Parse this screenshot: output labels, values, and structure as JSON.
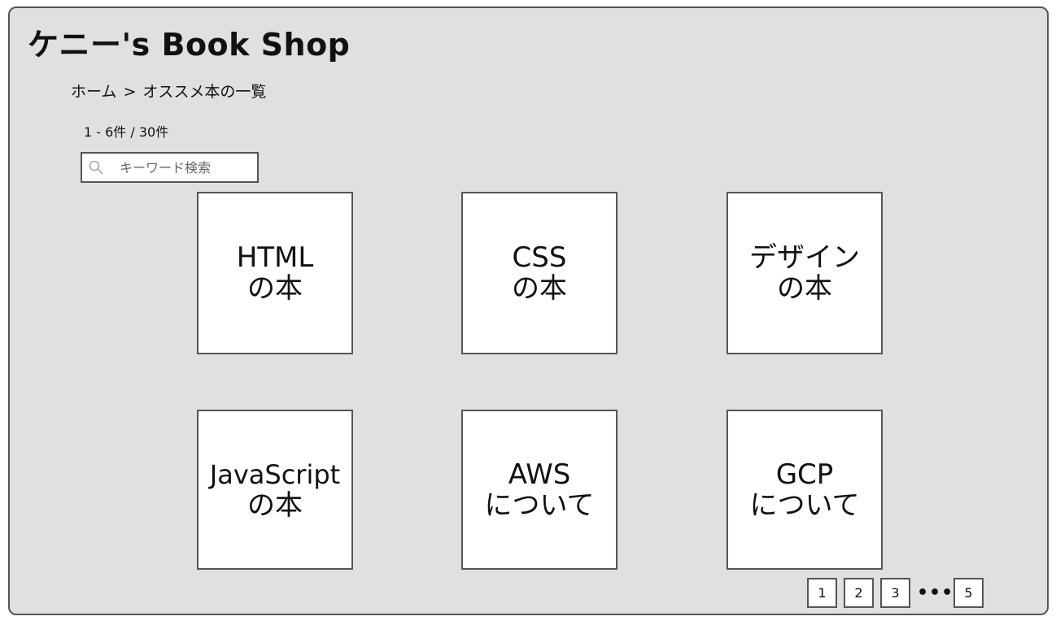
{
  "header": {
    "title": "ケニー's Book Shop"
  },
  "breadcrumb": {
    "home": "ホーム",
    "separator": ">",
    "current": "オススメ本の一覧"
  },
  "results": {
    "count_text": "1 - 6件 / 30件"
  },
  "search": {
    "placeholder": "キーワード検索",
    "value": "",
    "icon": "search-icon"
  },
  "books": [
    {
      "line1": "HTML",
      "line2": "の本"
    },
    {
      "line1": "CSS",
      "line2": "の本"
    },
    {
      "line1": "デザイン",
      "line2": "の本"
    },
    {
      "line1": "JavaScript",
      "line2": "の本"
    },
    {
      "line1": "AWS",
      "line2": "について"
    },
    {
      "line1": "GCP",
      "line2": "について"
    }
  ],
  "pagination": {
    "pages": [
      "1",
      "2",
      "3"
    ],
    "ellipsis": "•••",
    "last": "5"
  },
  "colors": {
    "background": "#e0e0e0",
    "card": "#ffffff",
    "border": "#555555"
  }
}
